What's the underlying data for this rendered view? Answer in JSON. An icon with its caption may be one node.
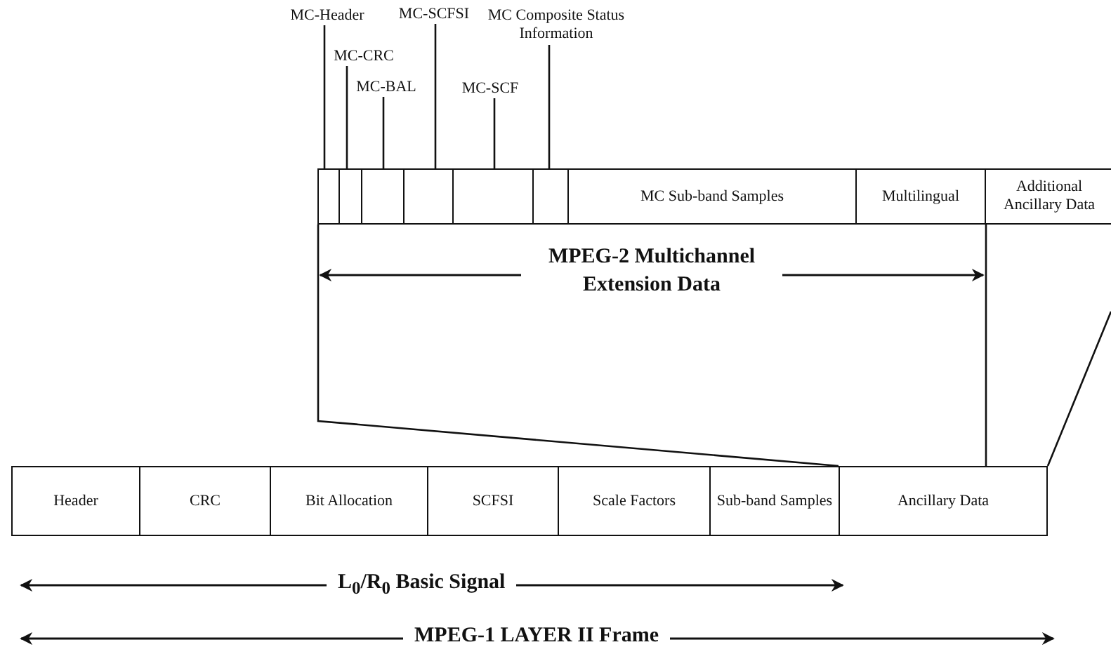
{
  "diagram": {
    "nodes": [
      {
        "text": [
          "MC-Header"
        ]
      },
      {
        "text": [
          "MC-CRC"
        ]
      },
      {
        "text": [
          "MC-BAL"
        ]
      },
      {
        "text": [
          "MC-SCFSI"
        ]
      },
      {
        "text": [
          "MC-SCF"
        ]
      },
      {
        "text": [
          "MC Composite Status Information"
        ]
      },
      {
        "text": [],
        "shape": "box"
      },
      {
        "text": [],
        "shape": "box"
      },
      {
        "text": [],
        "shape": "box"
      },
      {
        "text": [],
        "shape": "box"
      },
      {
        "text": [],
        "shape": "box"
      },
      {
        "text": [],
        "shape": "box"
      },
      {
        "text": [
          "MC Sub-band Samples"
        ]
      },
      {
        "text": [
          "Multilingual"
        ]
      },
      {
        "text": [
          "Additional Ancillary Data"
        ]
      },
      {
        "text": [
          "Header"
        ]
      },
      {
        "text": [
          "CRC"
        ]
      },
      {
        "text": [
          "Bit Allocation"
        ]
      },
      {
        "text": [
          "SCFSI"
        ]
      },
      {
        "text": [
          "Scale Factors"
        ]
      },
      {
        "text": [
          "Sub-band Samples"
        ]
      },
      {
        "text": [
          "Ancillary Data"
        ]
      }
    ],
    "edges": [
      {
        "from": 0,
        "to": 6,
        "arrow": "none"
      },
      {
        "from": 1,
        "to": 7,
        "arrow": "none"
      },
      {
        "from": 2,
        "to": 8,
        "arrow": "none"
      },
      {
        "from": 3,
        "to": 9,
        "arrow": "none"
      },
      {
        "from": 4,
        "to": 10,
        "arrow": "none"
      },
      {
        "from": 5,
        "to": 11,
        "arrow": "none"
      },
      {
        "from": 6,
        "to": 21,
        "arrow": "none"
      },
      {
        "from": 14,
        "to": 21,
        "arrow": "none"
      }
    ],
    "labels": [
      "MPEG-2 Multichannel Extension Data",
      "L$_{0}$/R$_{0}$ Basic Signal",
      "MPEG-1 LAYER II Frame"
    ]
  }
}
